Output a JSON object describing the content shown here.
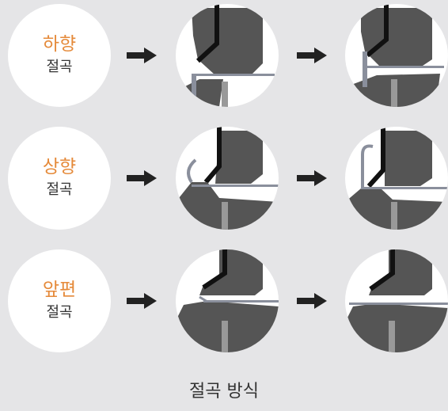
{
  "rows": [
    {
      "top_label": "하향",
      "bottom_label": "절곡"
    },
    {
      "top_label": "상향",
      "bottom_label": "절곡"
    },
    {
      "top_label": "앞편",
      "bottom_label": "절곡"
    }
  ],
  "footer": {
    "title": "절곡 방식"
  },
  "colors": {
    "accent": "#e58a3a",
    "background": "#e5e5e7",
    "tool": "#555555",
    "sheet": "#8a8f9c"
  }
}
